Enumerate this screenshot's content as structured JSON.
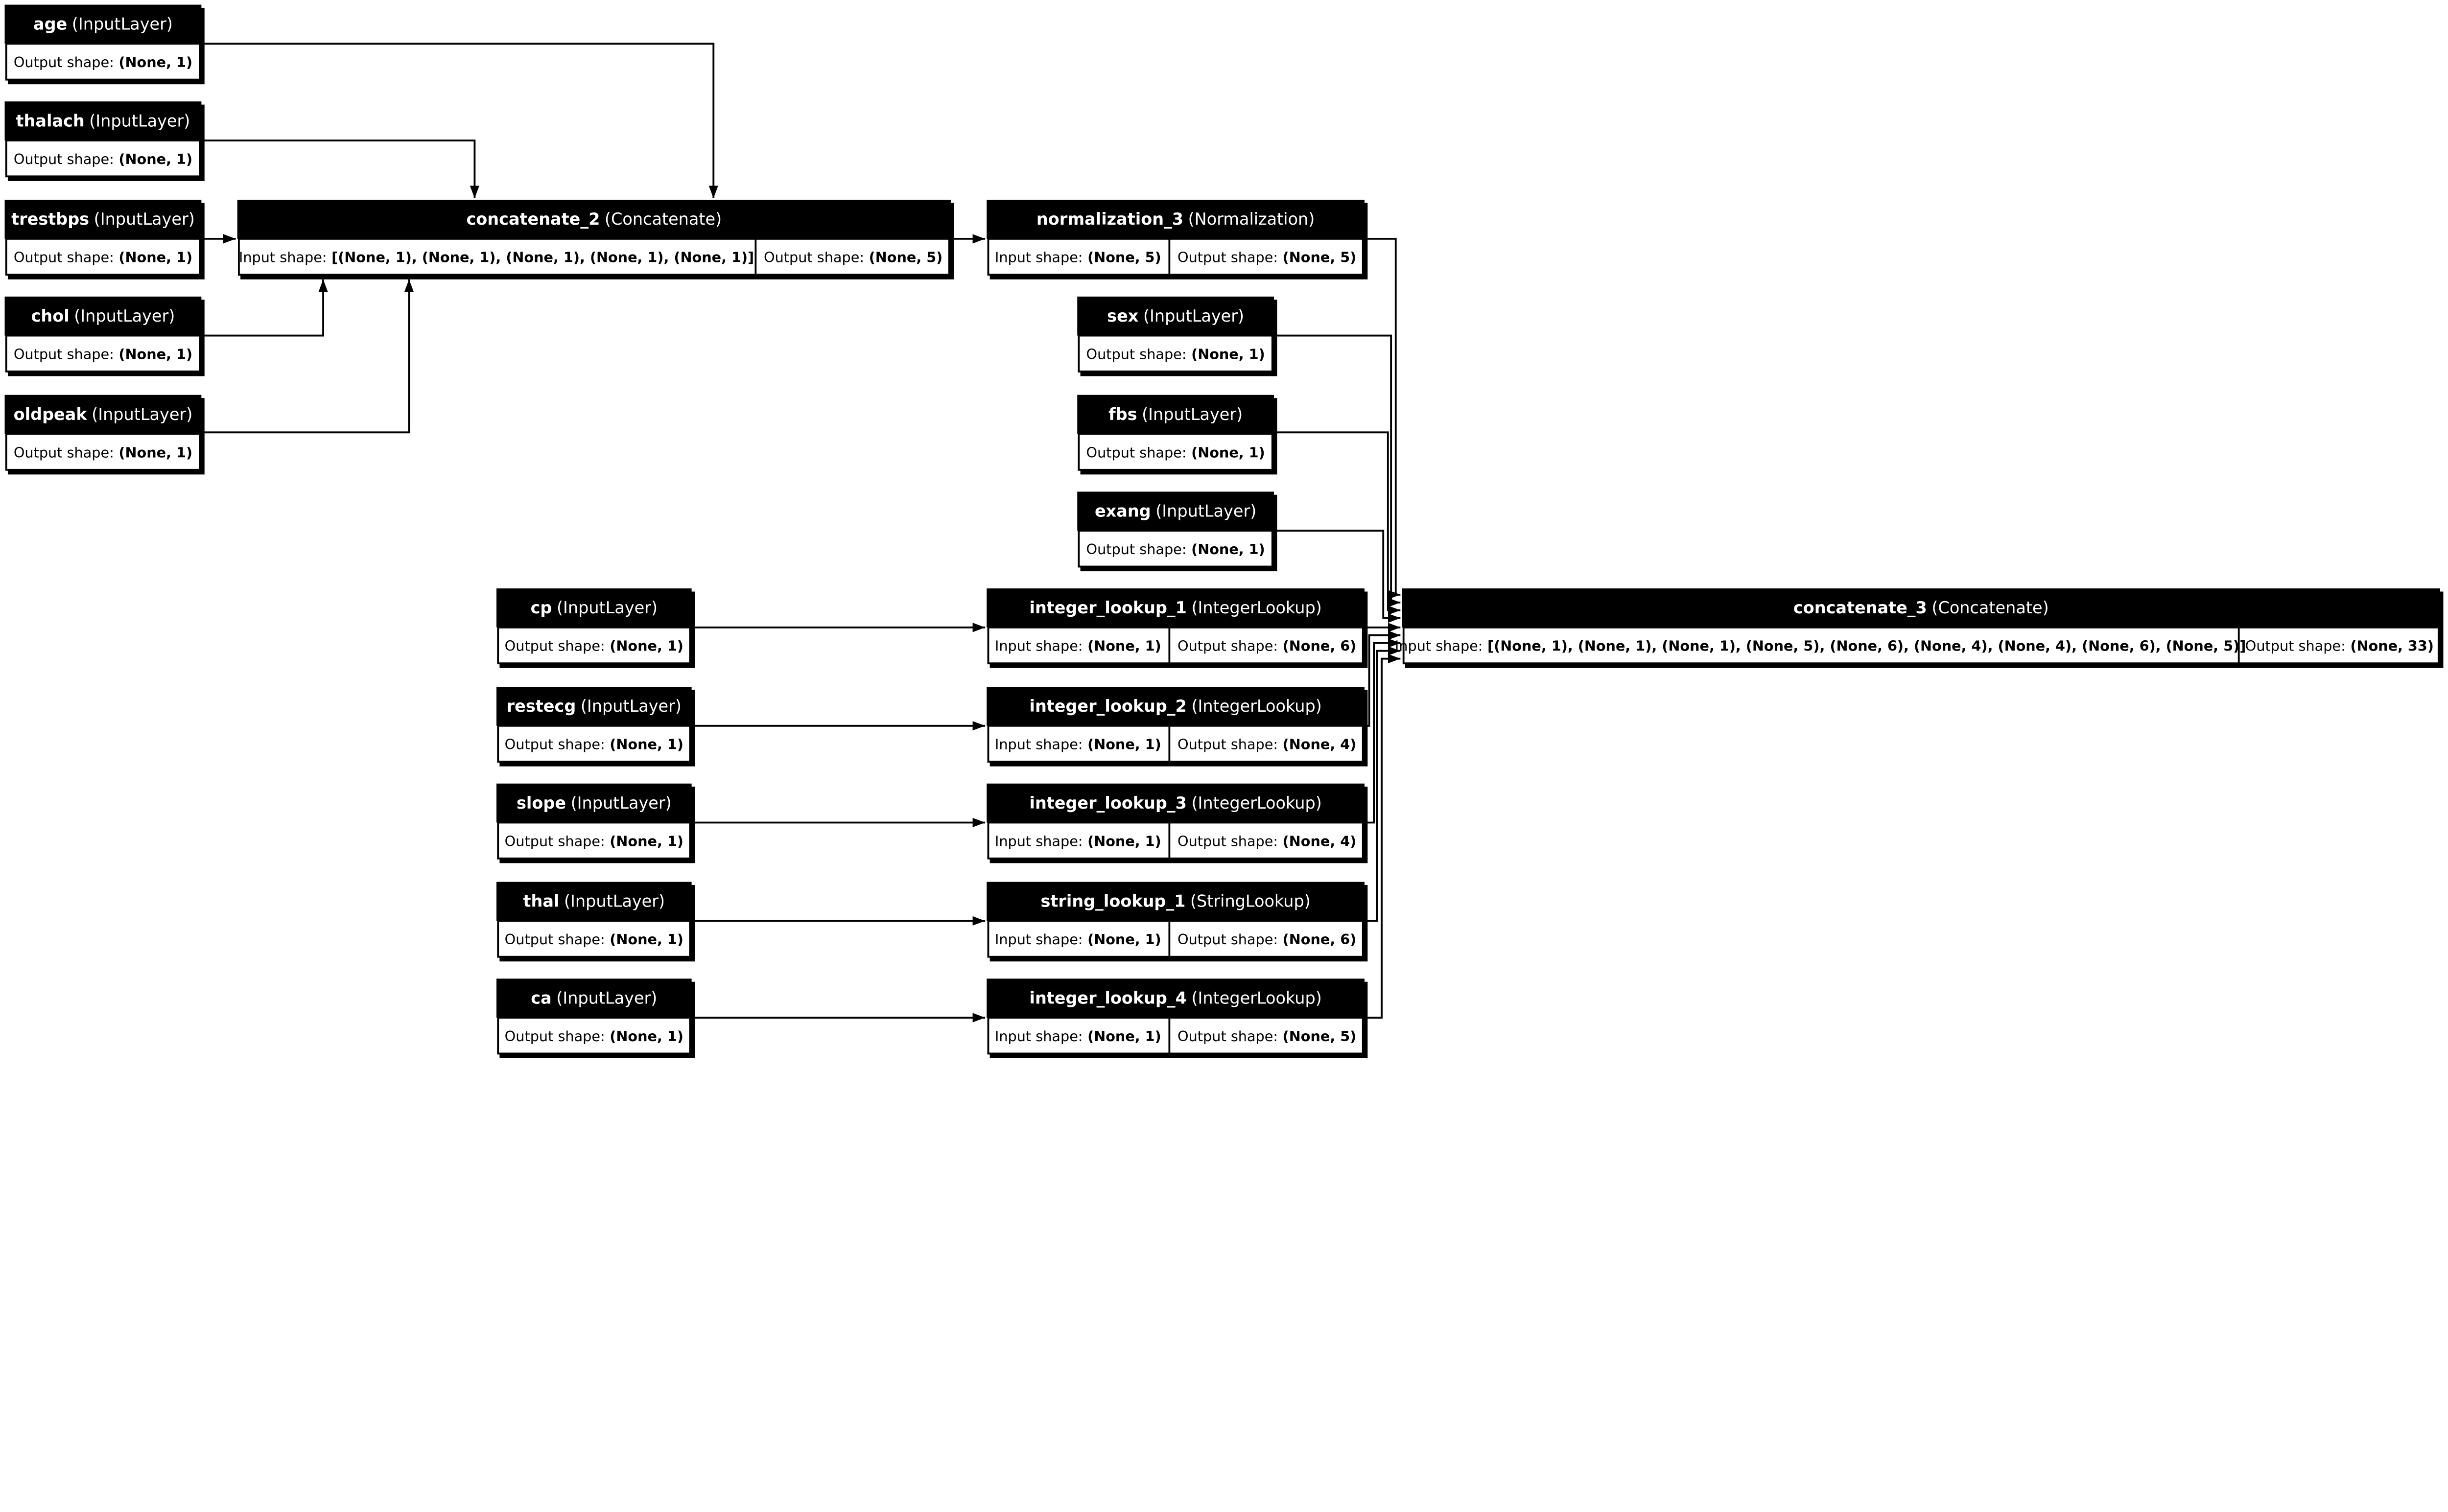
{
  "labels": {
    "input_shape": "Input shape:",
    "output_shape": "Output shape:"
  },
  "nodes": [
    {
      "id": "age",
      "name": "age",
      "type": "(InputLayer)",
      "output_shape": "(None, 1)"
    },
    {
      "id": "thalach",
      "name": "thalach",
      "type": "(InputLayer)",
      "output_shape": "(None, 1)"
    },
    {
      "id": "trestbps",
      "name": "trestbps",
      "type": "(InputLayer)",
      "output_shape": "(None, 1)"
    },
    {
      "id": "chol",
      "name": "chol",
      "type": "(InputLayer)",
      "output_shape": "(None, 1)"
    },
    {
      "id": "oldpeak",
      "name": "oldpeak",
      "type": "(InputLayer)",
      "output_shape": "(None, 1)"
    },
    {
      "id": "concatenate_2",
      "name": "concatenate_2",
      "type": "(Concatenate)",
      "input_shape": "[(None, 1), (None, 1), (None, 1), (None, 1), (None, 1)]",
      "output_shape": "(None, 5)"
    },
    {
      "id": "normalization_3",
      "name": "normalization_3",
      "type": "(Normalization)",
      "input_shape": "(None, 5)",
      "output_shape": "(None, 5)"
    },
    {
      "id": "sex",
      "name": "sex",
      "type": "(InputLayer)",
      "output_shape": "(None, 1)"
    },
    {
      "id": "fbs",
      "name": "fbs",
      "type": "(InputLayer)",
      "output_shape": "(None, 1)"
    },
    {
      "id": "exang",
      "name": "exang",
      "type": "(InputLayer)",
      "output_shape": "(None, 1)"
    },
    {
      "id": "cp",
      "name": "cp",
      "type": "(InputLayer)",
      "output_shape": "(None, 1)"
    },
    {
      "id": "restecg",
      "name": "restecg",
      "type": "(InputLayer)",
      "output_shape": "(None, 1)"
    },
    {
      "id": "slope",
      "name": "slope",
      "type": "(InputLayer)",
      "output_shape": "(None, 1)"
    },
    {
      "id": "thal",
      "name": "thal",
      "type": "(InputLayer)",
      "output_shape": "(None, 1)"
    },
    {
      "id": "ca",
      "name": "ca",
      "type": "(InputLayer)",
      "output_shape": "(None, 1)"
    },
    {
      "id": "integer_lookup_1",
      "name": "integer_lookup_1",
      "type": "(IntegerLookup)",
      "input_shape": "(None, 1)",
      "output_shape": "(None, 6)"
    },
    {
      "id": "integer_lookup_2",
      "name": "integer_lookup_2",
      "type": "(IntegerLookup)",
      "input_shape": "(None, 1)",
      "output_shape": "(None, 4)"
    },
    {
      "id": "integer_lookup_3",
      "name": "integer_lookup_3",
      "type": "(IntegerLookup)",
      "input_shape": "(None, 1)",
      "output_shape": "(None, 4)"
    },
    {
      "id": "string_lookup_1",
      "name": "string_lookup_1",
      "type": "(StringLookup)",
      "input_shape": "(None, 1)",
      "output_shape": "(None, 6)"
    },
    {
      "id": "integer_lookup_4",
      "name": "integer_lookup_4",
      "type": "(IntegerLookup)",
      "input_shape": "(None, 1)",
      "output_shape": "(None, 5)"
    },
    {
      "id": "concatenate_3",
      "name": "concatenate_3",
      "type": "(Concatenate)",
      "input_shape": "[(None, 1), (None, 1), (None, 1), (None, 5), (None, 6), (None, 4), (None, 4), (None, 6), (None, 5)]",
      "output_shape": "(None, 33)"
    }
  ],
  "edges": [
    {
      "from": "age",
      "to": "concatenate_2"
    },
    {
      "from": "thalach",
      "to": "concatenate_2"
    },
    {
      "from": "trestbps",
      "to": "concatenate_2"
    },
    {
      "from": "chol",
      "to": "concatenate_2"
    },
    {
      "from": "oldpeak",
      "to": "concatenate_2"
    },
    {
      "from": "concatenate_2",
      "to": "normalization_3"
    },
    {
      "from": "cp",
      "to": "integer_lookup_1"
    },
    {
      "from": "restecg",
      "to": "integer_lookup_2"
    },
    {
      "from": "slope",
      "to": "integer_lookup_3"
    },
    {
      "from": "thal",
      "to": "string_lookup_1"
    },
    {
      "from": "ca",
      "to": "integer_lookup_4"
    },
    {
      "from": "normalization_3",
      "to": "concatenate_3"
    },
    {
      "from": "sex",
      "to": "concatenate_3"
    },
    {
      "from": "fbs",
      "to": "concatenate_3"
    },
    {
      "from": "exang",
      "to": "concatenate_3"
    },
    {
      "from": "integer_lookup_1",
      "to": "concatenate_3"
    },
    {
      "from": "integer_lookup_2",
      "to": "concatenate_3"
    },
    {
      "from": "integer_lookup_3",
      "to": "concatenate_3"
    },
    {
      "from": "string_lookup_1",
      "to": "concatenate_3"
    },
    {
      "from": "integer_lookup_4",
      "to": "concatenate_3"
    }
  ]
}
